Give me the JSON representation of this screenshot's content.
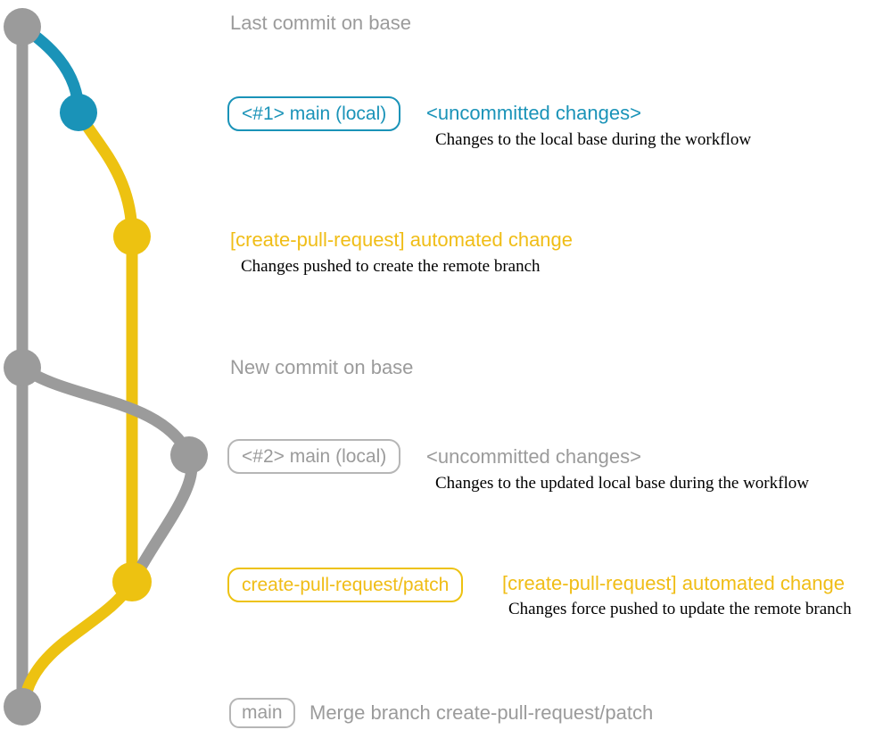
{
  "colors": {
    "base_gray": "#9b9b9b",
    "blue": "#1a93b8",
    "yellow": "#edc211",
    "yellow_text": "#f0bd16",
    "box_border_gray": "#b6b6b6",
    "desc_black": "#000000"
  },
  "graph": {
    "commits": [
      "last-commit-on-base",
      "main-local-1",
      "automated-change-1",
      "new-commit-on-base",
      "main-local-2",
      "patch-branch-commit",
      "merge-commit"
    ]
  },
  "annotations": {
    "last_commit": "Last commit on base",
    "branch1_label": "<#1> main (local)",
    "branch1_status": "<uncommitted changes>",
    "branch1_desc": "Changes to the local base during the workflow",
    "auto_change1": "[create-pull-request] automated change",
    "auto_change1_desc": "Changes pushed to create the remote branch",
    "new_commit": "New commit on base",
    "branch2_label": "<#2> main (local)",
    "branch2_status": "<uncommitted changes>",
    "branch2_desc": "Changes to the updated local base during the workflow",
    "patch_branch_label": "create-pull-request/patch",
    "auto_change2": "[create-pull-request] automated change",
    "auto_change2_desc": "Changes force pushed to update the remote branch",
    "merge_label": "main",
    "merge_desc": "Merge branch create-pull-request/patch"
  }
}
